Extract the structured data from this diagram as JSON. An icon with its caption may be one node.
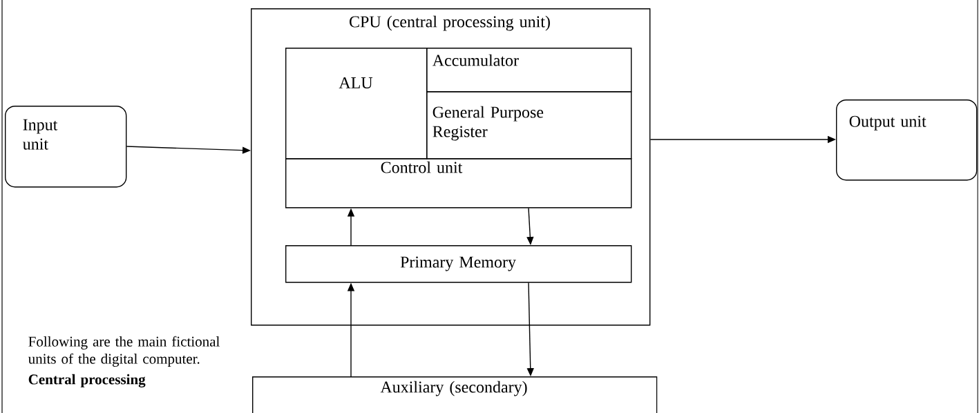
{
  "diagram": {
    "nodes": [
      {
        "text": [
          "Input unit"
        ]
      },
      {
        "text": [
          "CPU (central processing unit)"
        ]
      },
      {
        "text": [
          "ALU"
        ],
        "in": 1
      },
      {
        "text": [
          "Accumulator"
        ],
        "in": 1
      },
      {
        "text": [
          "General Purpose Register"
        ],
        "in": 1
      },
      {
        "text": [
          "Control unit"
        ],
        "in": 1
      },
      {
        "text": [
          "Primary Memory"
        ],
        "in": 1
      },
      {
        "text": [
          "Output unit"
        ]
      },
      {
        "text": [
          "Auxiliary (secondary)"
        ]
      }
    ],
    "edges": [
      {
        "from": 0,
        "to": 1,
        "arrow": "to"
      },
      {
        "from": 1,
        "to": 7,
        "arrow": "to"
      },
      {
        "from": 5,
        "to": 6,
        "arrow": "to"
      },
      {
        "from": 6,
        "to": 5,
        "arrow": "to"
      },
      {
        "from": 8,
        "to": 6,
        "arrow": "to"
      },
      {
        "from": 6,
        "to": 8,
        "arrow": "to"
      }
    ],
    "labels": [
      "Following are the main fictional units of the digital computer.",
      "Central processing"
    ]
  }
}
